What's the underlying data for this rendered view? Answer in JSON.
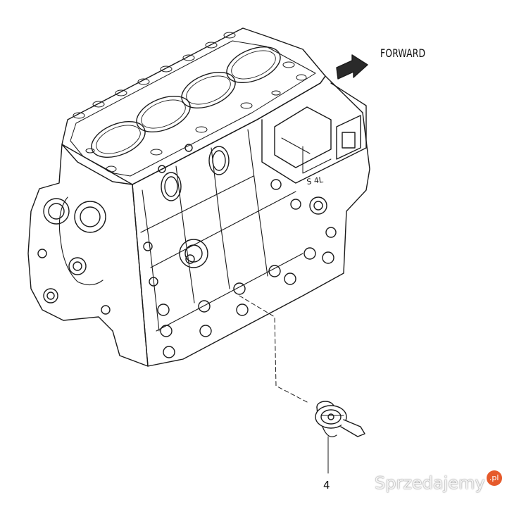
{
  "diagram": {
    "forward_label": "FORWARD",
    "block_stamp": "S 4L",
    "part_number": "4"
  },
  "watermark": {
    "text": "Sprzedajemy",
    "badge": ".pl"
  },
  "colors": {
    "line": "#1a1a1a",
    "background": "#ffffff",
    "watermark_badge": "#e65a2b"
  }
}
